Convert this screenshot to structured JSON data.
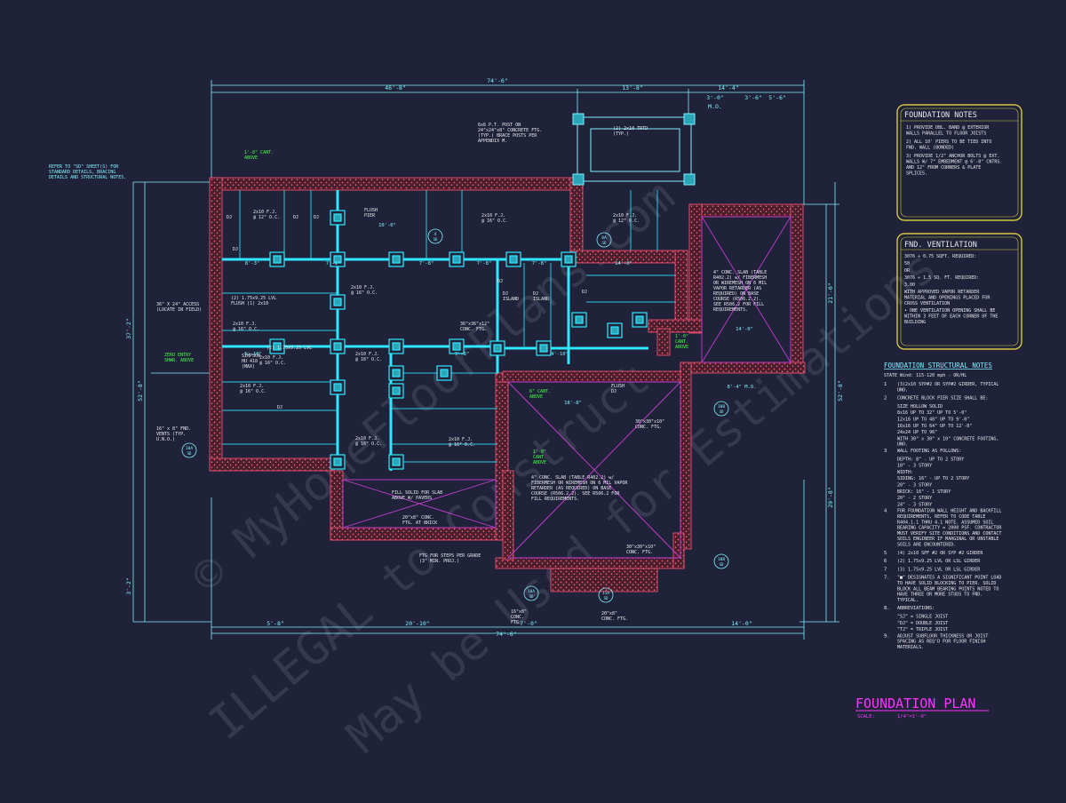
{
  "title": {
    "main": "FOUNDATION PLAN",
    "scale_label": "SCALE:",
    "scale_value": "1/4\"=1'-0\""
  },
  "watermarks": [
    "© MyHomeFloorPlans.com",
    "ILLEGAL to Construct",
    "May be Used for Estimations"
  ],
  "colors": {
    "background": "#1f2238",
    "dimension": "#7ff0ff",
    "wall_fill": "#5a2330",
    "wall_edge": "#ff5577",
    "joist": "#2ee8ff",
    "slab_x": "#c23fd0",
    "notes_border": "#d6c840",
    "title": "#ff33ff",
    "callout_green": "#44ff44"
  },
  "dimensions": {
    "top_overall": "74'-6\"",
    "top_left": "46'-8\"",
    "top_right": "13'-8\"",
    "top_right_2": "14'-4\"",
    "top_mo": "3'-0\"",
    "top_3": "3'-6\"",
    "top_4": "5'-6\"",
    "bottom_overall": "74'-6\"",
    "bottom_1": "5'-8\"",
    "bottom_2": "20'-10\"",
    "bottom_3": "7'-0\"",
    "bottom_4": "14'-0\"",
    "left_overall": "52'-8\"",
    "left_1": "37'-2\"",
    "left_2": "3'-2\"",
    "right_overall": "52'-8\"",
    "right_1": "21'-0\"",
    "right_2": "29'-8\"",
    "mo": "M.O."
  },
  "plan_notes": {
    "refer": "REFER TO \"SD\" SHEET(S) FOR STANDARD DETAILS, BRACING DETAILS AND STRUCTURAL NOTES.",
    "post": "6x6 P.T. POST ON 24\"x24\"x8\" CONCRETE FTG. (TYP.) BRACE POSTS PER APPENDIX M.",
    "cant_top": "1'-8\" CANT. ABOVE",
    "flush_pier": "FLUSH PIER",
    "access": "36\" X 24\" ACCESS (LOCATE IN FIELD)",
    "zero_entry": "ZERO ENTRY SHWR. ABOVE",
    "simpson": "SIMPSON HU 410 (MAX)",
    "vents": "16\" x 8\" FND. VENTS (TYP. U.N.O.)",
    "slab_right": "4\" CONC. SLAB (TABLE R402.2) w/ FIBERMESH OR WIREMESH ON 6 MIL VAPOR RETARDER (AS REQUIRED) ON BASE COURSE (R506.2.2). SEE R506.2 FOR FILL REQUIREMENTS.",
    "slab_bottom": "4\" CONC. SLAB (TABLE R402.2) w/ FIBERMESH OR WIREMESH ON 6 MIL VAPOR RETARDER (AS REQUIRED) ON BASE COURSE (R506.2.2). SEE R506.2 FOR FILL REQUIREMENTS.",
    "fill_solid": "FILL SOLID FOR SLAB ABOVE W/ PAVERS",
    "conc_20": "20\"x8\" CONC. FTG. AT BRICK",
    "ftg_steps": "FTG FOR STEPS PER GRADE (3\" MIN. PROJ.)",
    "cant_mid": "6\" CANT. ABOVE",
    "cant_low": "1'-8\" CANT. ABOVE",
    "cant_right": "1'-0\" CANT. ABOVE",
    "ftg_30": "30\"x30\"x10\" CONC. FTG.",
    "ftg_30b": "30\"x30\"x10\" CONC. FTG.",
    "ftg_36": "36\"x36\"x12\" CONC. FTG.",
    "ftg_20b": "20\"x8\" CONC. FTG.",
    "ftg_16": "16\"x8\" CONC. FTG.",
    "flush_dj": "FLUSH DJ",
    "joist_labels": [
      "2x10 F.J. @ 12\" O.C.",
      "2x10 F.J. @ 16\" O.C.",
      "2x10 F.J. @ 16\" O.C.",
      "2x10 F.J. @ 16\" O.C.",
      "2x10 F.J. @ 16\" O.C.",
      "2x10 F.J. @ 16\" O.C.",
      "2x10 F.J. @ 16\" O.C.",
      "2x10 F.J. @ 16\" O.C.",
      "2x10 F.J. @ 16\" O.C.",
      "2x10 F.J. @ 12\" O.C."
    ],
    "girders": [
      "(2) 1.75x9.25 LVL FLUSH (1) 2x10",
      "(2) 1.75x9.25 LVL",
      "(2) 2x10 TRTD (TYP.)"
    ],
    "dj": "DJ",
    "island": "DJ ISLAND",
    "dims_inner": [
      "8'-3\"",
      "7'-1\"",
      "7'-8\"",
      "7'-8\"",
      "7'-8\"",
      "14'-0\"",
      "5'-10\"",
      "7'-8\"",
      "4'-10\"",
      "18'-8\"",
      "14'-0\"",
      "10'-0\"",
      "8'-4\" M.O."
    ],
    "section_tags": [
      "10A SD",
      "8A SD",
      "10B SD",
      "10A SD",
      "11A SD",
      "10B SD",
      "4 SD"
    ]
  },
  "notes_box": {
    "title": "FOUNDATION NOTES",
    "items": [
      "1) PROVIDE DBL. BAND @ EXTERIOR WALLS PARALLEL TO FLOOR JOISTS",
      "2) ALL 10' PIERS TO BE TIED INTO FND. WALL (BONDED)",
      "3) PROVIDE 1/2\" ANCHOR BOLTS @ EXT. WALLS W/ 7\" EMBEDMENT @ 6'-0\" CNTRS. AND 12\" FROM CORNERS & PLATE SPLICES."
    ]
  },
  "vent_box": {
    "title": "FND. VENTILATION",
    "lines": [
      "3076 ÷ 0.75 SQFT. REQUIRED:",
      "50",
      "OR",
      "3076 ÷ 1.5 SQ. FT. REQUIRED:",
      "3.00",
      "WITH APPROVED VAPOR RETARDER MATERIAL AND OPENINGS PLACED FOR CROSS VENTILATION",
      "• ONE VENTILATION OPENING SHALL BE WITHIN 3 FEET OF EACH CORNER OF THE BUILDING"
    ]
  },
  "structural_notes": {
    "title": "FOUNDATION STRUCTURAL NOTES",
    "subtitle": "STATE Wind: 115-120 mph - OR/HL",
    "items": [
      {
        "num": "1",
        "text": "(3)2x10 SYP#2 OR SYP#2 GIRDER, TYPICAL UNO."
      },
      {
        "num": "2",
        "text": "CONCRETE BLOCK PIER SIZE SHALL BE:"
      },
      {
        "num": "",
        "text": "SIZE     HOLLOW     SOLID"
      },
      {
        "num": "",
        "text": "8x16     UP TO 32\"   UP TO 5'-0\""
      },
      {
        "num": "",
        "text": "12x16    UP TO 48\"   UP TO 9'-0\""
      },
      {
        "num": "",
        "text": "16x16    UP TO 64\"   UP TO 12'-0\""
      },
      {
        "num": "",
        "text": "24x24    UP TO 96\""
      },
      {
        "num": "",
        "text": "WITH 30\" x 30\" x 10\" CONCRETE FOOTING, UNO."
      },
      {
        "num": "3",
        "text": "WALL FOOTING AS FOLLOWS:"
      },
      {
        "num": "",
        "text": "DEPTH:   8\" - UP TO 2 STORY"
      },
      {
        "num": "",
        "text": "         10\" - 3 STORY"
      },
      {
        "num": "",
        "text": "WIDTH:"
      },
      {
        "num": "",
        "text": "SIDING:  16\" - UP TO 2 STORY"
      },
      {
        "num": "",
        "text": "         20\" - 3 STORY"
      },
      {
        "num": "",
        "text": "BRICK:   16\" - 1 STORY"
      },
      {
        "num": "",
        "text": "         20\" - 2 STORY"
      },
      {
        "num": "",
        "text": "         24\" - 3 STORY"
      },
      {
        "num": "4",
        "text": "FOR FOUNDATION WALL HEIGHT AND BACKFILL REQUIREMENTS, REFER TO CODE TABLE R404.1.1 THRU 4.1 NOTE. ASSUMED SOIL BEARING CAPACITY = 2000 PSF. CONTRACTOR MUST VERIFY SITE CONDITIONS AND CONTACT SOILS ENGINEER IF MARGINAL OR UNSTABLE SOILS ARE ENCOUNTERED."
      },
      {
        "num": "5",
        "text": "(4) 2x10 SPF #2 OR SYP #2 GIRDER"
      },
      {
        "num": "6",
        "text": "(2) 1.75x9.25 LVL OR LSL GIRDER"
      },
      {
        "num": "7",
        "text": "(3) 1.75x9.25 LVL OR LSL GIRDER"
      },
      {
        "num": "7.",
        "text": "\"■\" DESIGNATES A SIGNIFICANT POINT LOAD TO HAVE SOLID BLOCKING TO PIER. SOLID BLOCK ALL BEAM BEARING POINTS NOTED TO HAVE THREE OR MORE STUDS TO FND. TYPICAL."
      },
      {
        "num": "8.",
        "text": "ABBREVIATIONS:"
      },
      {
        "num": "",
        "text": "\"SJ\" = SINGLE JOIST"
      },
      {
        "num": "",
        "text": "\"DJ\" = DOUBLE JOIST"
      },
      {
        "num": "",
        "text": "\"TJ\" = TRIPLE JOIST"
      },
      {
        "num": "9.",
        "text": "ADJUST SUBFLOOR THICKNESS OR JOIST SPACING AS REQ'D FOR FLOOR FINISH MATERIALS."
      }
    ]
  }
}
